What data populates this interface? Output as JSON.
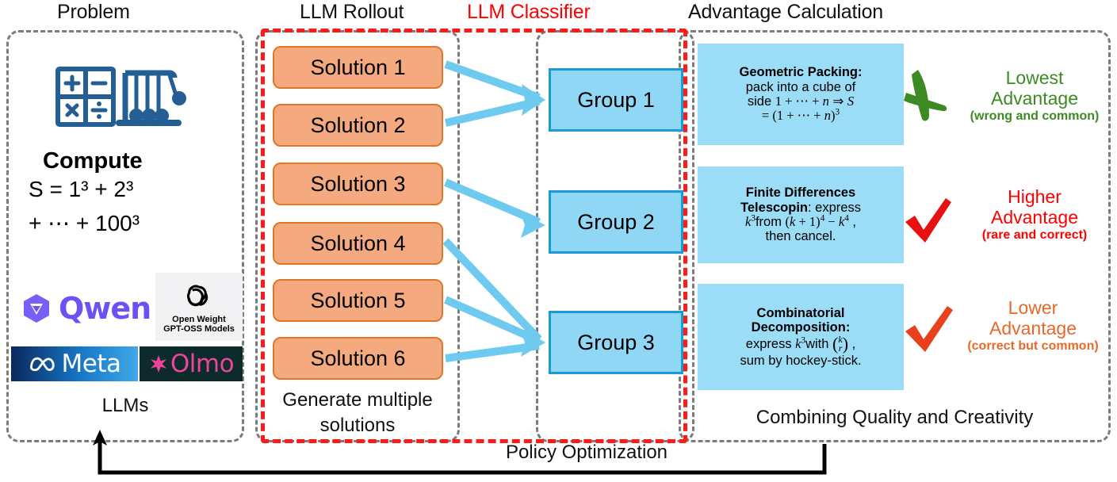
{
  "headers": {
    "problem": "Problem",
    "rollout": "LLM Rollout",
    "classifier": "LLM Classifier",
    "advantage": "Advantage Calculation"
  },
  "colors": {
    "red": "#FF0000",
    "green": "#3C8A22",
    "orange_accent": "#E8682A",
    "solution_fill": "#F4A97E",
    "solution_border": "#E0762A",
    "group_fill": "#8FD7F4",
    "group_border": "#1C9AD6",
    "advbox_fill": "#9BDCF7",
    "arrow_blue": "#6FCAF0",
    "dash_gray": "#7C7C7C",
    "icon_blue": "#235E94"
  },
  "problem": {
    "icons": [
      "calculator-math-icon",
      "newtons-cradle-icon"
    ],
    "compute_label": "Compute",
    "equation_line1": "S  = 1³ + 2³",
    "equation_line2": "+ ⋯ + 100³",
    "logos": [
      {
        "name": "qwen-logo",
        "text": "Qwen"
      },
      {
        "name": "gpt-oss-logo",
        "line1": "Open Weight",
        "line2": "GPT-OSS Models"
      },
      {
        "name": "meta-logo",
        "text": "Meta"
      },
      {
        "name": "olmo-logo",
        "text": "Olmo"
      }
    ],
    "caption": "LLMs"
  },
  "rollout": {
    "solutions": [
      "Solution 1",
      "Solution 2",
      "Solution 3",
      "Solution 4",
      "Solution 5",
      "Solution 6"
    ],
    "caption_line1": "Generate multiple",
    "caption_line2": "solutions"
  },
  "classifier": {
    "groups": [
      "Group 1",
      "Group 2",
      "Group 3"
    ]
  },
  "advantage": {
    "caption": "Combining Quality and Creativity",
    "items": [
      {
        "name": "geometric-packing",
        "lines": [
          {
            "bold": true,
            "html": "Geometric Packing:"
          },
          {
            "bold": false,
            "html": "pack into a cube of"
          },
          {
            "bold": false,
            "html": "side <span class=\"mr\">1 + ⋯ + </span><span class=\"mi\">n</span> ⇒ <span class=\"mi\">S</span>"
          },
          {
            "bold": false,
            "html": "<span class=\"mr\">= (1 + ⋯ + </span><span class=\"mi\">n</span><span class=\"mr\">)<sup>3</sup></span>"
          }
        ],
        "label_big_line1": "Lowest",
        "label_big_line2": "Advantage",
        "label_small": "(wrong and common)",
        "label_color": "#3C8A22",
        "mark": "cross-mark-icon"
      },
      {
        "name": "finite-differences",
        "lines": [
          {
            "bold": true,
            "html": "Finite Differences"
          },
          {
            "bold": false,
            "html": "<b>Telescopin</b>: express"
          },
          {
            "bold": false,
            "html": "<span class=\"mi\">k</span><sup class=\"mr\">3</sup>from <span class=\"mr\">(</span><span class=\"mi\">k</span><span class=\"mr\"> + 1)<sup>4</sup> − </span><span class=\"mi\">k</span><sup class=\"mr\">4</sup> ,"
          },
          {
            "bold": false,
            "html": "then cancel."
          }
        ],
        "label_big_line1": "Higher",
        "label_big_line2": "Advantage",
        "label_small": "(rare and correct)",
        "label_color": "#FF0000",
        "mark": "check-mark-icon"
      },
      {
        "name": "combinatorial-decomposition",
        "lines": [
          {
            "bold": true,
            "html": "Combinatorial"
          },
          {
            "bold": true,
            "html": "Decomposition:"
          },
          {
            "bold": false,
            "html": "express <span class=\"mi\">k</span><sup class=\"mr\">3</sup>with (<span class=\"mi\">k/r</span>) ,"
          },
          {
            "bold": false,
            "html": "sum by hockey-stick."
          }
        ],
        "label_big_line1": "Lower",
        "label_big_line2": "Advantage",
        "label_small": "(correct but common)",
        "label_color": "#E8682A",
        "mark": "check-mark-icon"
      }
    ]
  },
  "footer": {
    "policy_optimization": "Policy Optimization"
  }
}
